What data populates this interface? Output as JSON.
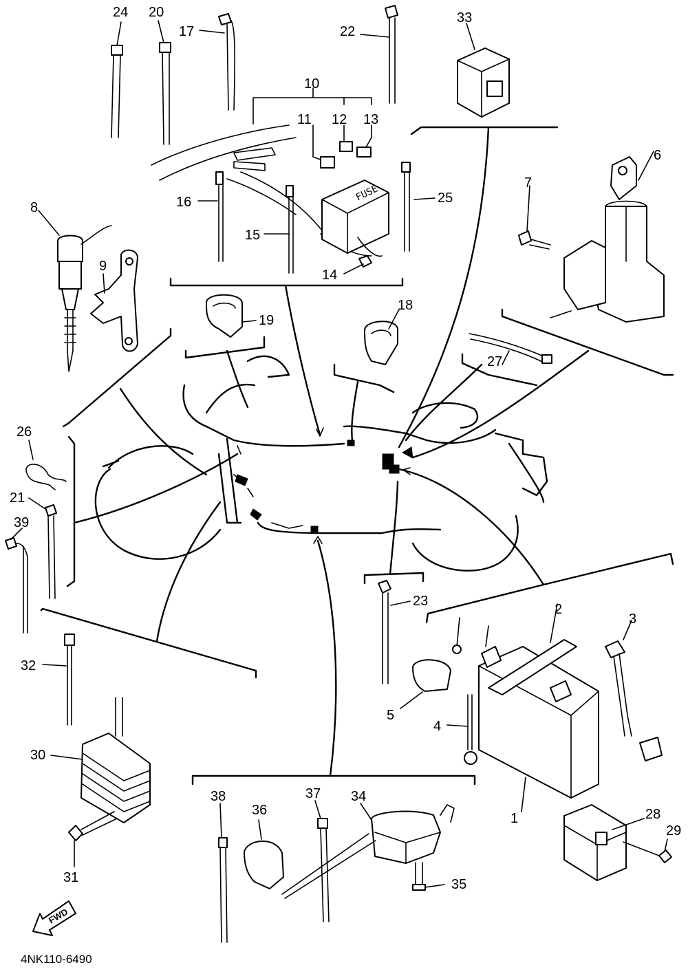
{
  "diagram_code": "4NK110-6490",
  "fuse_box_label": "FUSE",
  "direction_label": "FWD",
  "part_numbers": {
    "p1": "1",
    "p2": "2",
    "p3": "3",
    "p4": "4",
    "p5": "5",
    "p6": "6",
    "p7": "7",
    "p8": "8",
    "p9": "9",
    "p10": "10",
    "p11": "11",
    "p12": "12",
    "p13": "13",
    "p14": "14",
    "p15": "15",
    "p16": "16",
    "p17": "17",
    "p18": "18",
    "p19": "19",
    "p20": "20",
    "p21": "21",
    "p22": "22",
    "p23": "23",
    "p24": "24",
    "p25": "25",
    "p26": "26",
    "p27": "27",
    "p28": "28",
    "p29": "29",
    "p30": "30",
    "p31": "31",
    "p32": "32",
    "p33": "33",
    "p34": "34",
    "p35": "35",
    "p36": "36",
    "p37": "37",
    "p38": "38",
    "p39": "39"
  }
}
